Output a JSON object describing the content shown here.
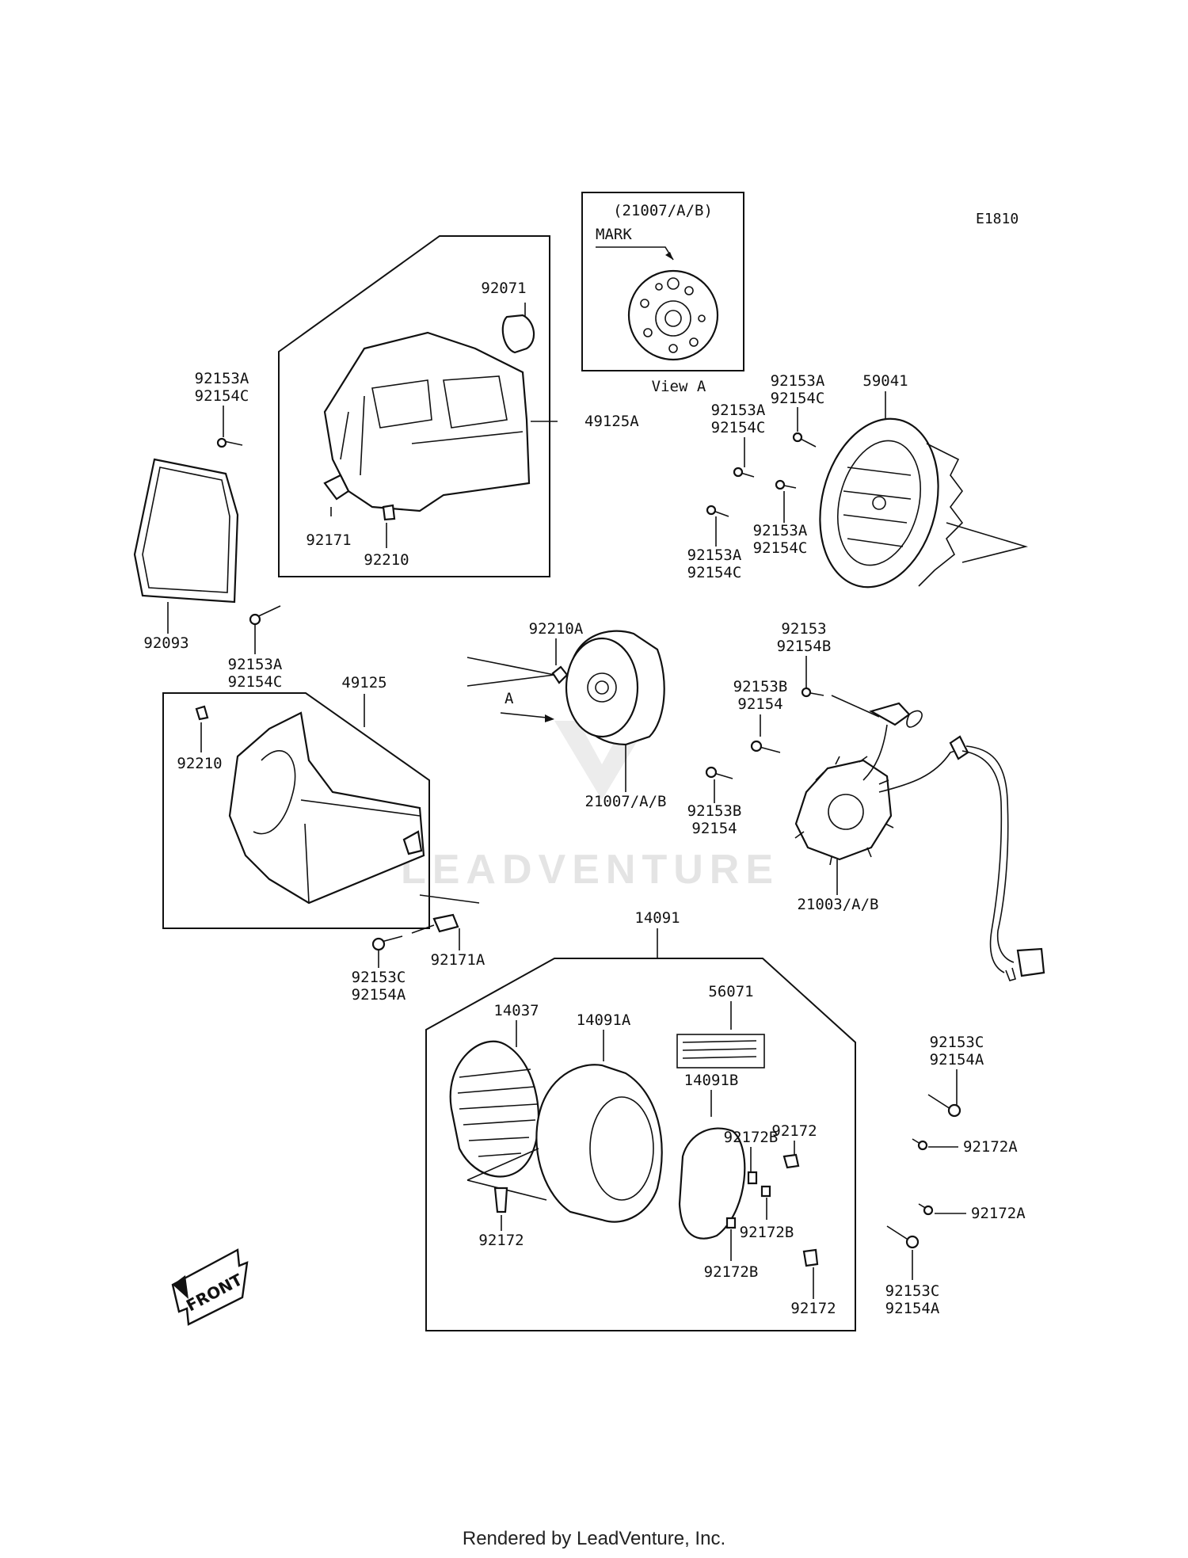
{
  "diagram_code": "E1810",
  "watermark": "LEADVENTURE",
  "footer": "Rendered by LeadVenture, Inc.",
  "front_marker": "FRONT",
  "view_a": {
    "header": "(21007/A/B)",
    "mark": "MARK",
    "caption": "View A"
  },
  "arrow_a": "A",
  "labels": {
    "p92071": "92071",
    "p49125A": "49125A",
    "p92171": "92171",
    "p92210_top": "92210",
    "p92153A_1": "92153A",
    "p92154C_1": "92154C",
    "p92093": "92093",
    "p92153A_2": "92153A",
    "p92154C_2": "92154C",
    "p92153A_3": "92153A",
    "p92154C_3": "92154C",
    "p92153A_4": "92153A",
    "p92154C_4": "92154C",
    "p92153A_5": "92153A",
    "p92154C_5": "92154C",
    "p92153A_6": "92153A",
    "p92154C_6": "92154C",
    "p59041": "59041",
    "p92210A": "92210A",
    "p21007": "21007/A/B",
    "p92153": "92153",
    "p92154B": "92154B",
    "p92153B_1": "92153B",
    "p92154_1": "92154",
    "p92153B_2": "92153B",
    "p92154_2": "92154",
    "p21003": "21003/A/B",
    "p49125": "49125",
    "p92210_left": "92210",
    "p92153C_1": "92153C",
    "p92154A_1": "92154A",
    "p92171A": "92171A",
    "p14091": "14091",
    "p56071": "56071",
    "p14037": "14037",
    "p14091A": "14091A",
    "p14091B": "14091B",
    "p92172_1": "92172",
    "p92172B_1": "92172B",
    "p92172_2": "92172",
    "p92172B_2": "92172B",
    "p92172B_3": "92172B",
    "p92172_3": "92172",
    "p92153C_2": "92153C",
    "p92154A_2": "92154A",
    "p92172A_1": "92172A",
    "p92172A_2": "92172A",
    "p92153C_3": "92153C",
    "p92154A_3": "92154A"
  }
}
